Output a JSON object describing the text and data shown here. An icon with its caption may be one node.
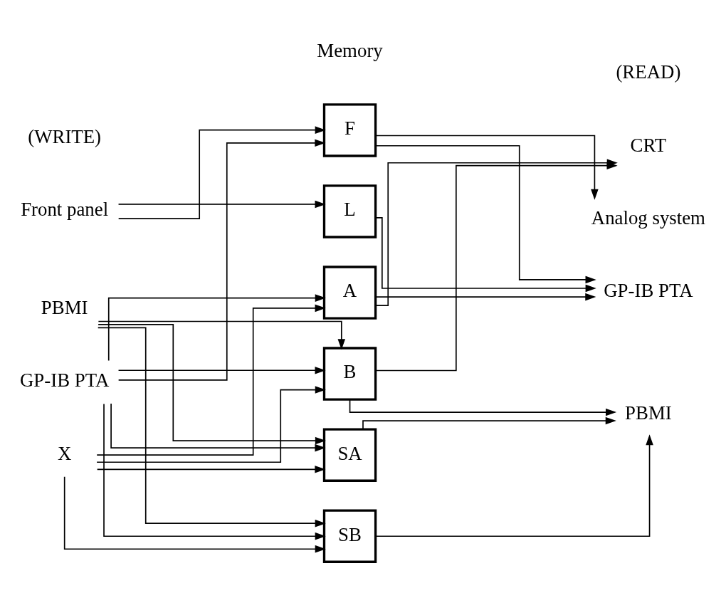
{
  "diagram": {
    "nodes": [
      {
        "text": [
          "F"
        ]
      },
      {
        "text": [
          "L"
        ]
      },
      {
        "text": [
          "A"
        ]
      },
      {
        "text": [
          "B"
        ]
      },
      {
        "text": [
          "SA"
        ]
      },
      {
        "text": [
          "SB"
        ]
      },
      {
        "text": [
          "Front panel"
        ]
      },
      {
        "text": [
          "PBMI"
        ]
      },
      {
        "text": [
          "GP-IB PTA"
        ]
      },
      {
        "text": [
          "X"
        ]
      },
      {
        "text": [
          "CRT"
        ]
      },
      {
        "text": [
          "Analog system"
        ]
      },
      {
        "text": [
          "GP-IB PTA"
        ]
      },
      {
        "text": [
          "PBMI"
        ]
      }
    ],
    "edges": [
      {
        "from": 6,
        "to": 0,
        "arrow": "to"
      },
      {
        "from": 6,
        "to": 1,
        "arrow": "to"
      },
      {
        "from": 8,
        "to": 0,
        "arrow": "to"
      },
      {
        "from": 8,
        "to": 2,
        "arrow": "to"
      },
      {
        "from": 8,
        "to": 3,
        "arrow": "to"
      },
      {
        "from": 8,
        "to": 4,
        "arrow": "to"
      },
      {
        "from": 8,
        "to": 5,
        "arrow": "to"
      },
      {
        "from": 9,
        "to": 2,
        "arrow": "to"
      },
      {
        "from": 9,
        "to": 3,
        "arrow": "to"
      },
      {
        "from": 9,
        "to": 4,
        "arrow": "to"
      },
      {
        "from": 9,
        "to": 5,
        "arrow": "to"
      },
      {
        "from": 7,
        "to": 3,
        "arrow": "to"
      },
      {
        "from": 7,
        "to": 4,
        "arrow": "to"
      },
      {
        "from": 7,
        "to": 5,
        "arrow": "to"
      },
      {
        "from": 0,
        "to": 11,
        "arrow": "to"
      },
      {
        "from": 0,
        "to": 12,
        "arrow": "to"
      },
      {
        "from": 1,
        "to": 12,
        "arrow": "to"
      },
      {
        "from": 2,
        "to": 10,
        "arrow": "to"
      },
      {
        "from": 2,
        "to": 12,
        "arrow": "to"
      },
      {
        "from": 3,
        "to": 10,
        "arrow": "to"
      },
      {
        "from": 3,
        "to": 13,
        "arrow": "to"
      },
      {
        "from": 4,
        "to": 13,
        "arrow": "to"
      },
      {
        "from": 5,
        "to": 13,
        "arrow": "to"
      }
    ],
    "labels": [
      "(WRITE)",
      "Memory",
      "(READ)"
    ]
  }
}
